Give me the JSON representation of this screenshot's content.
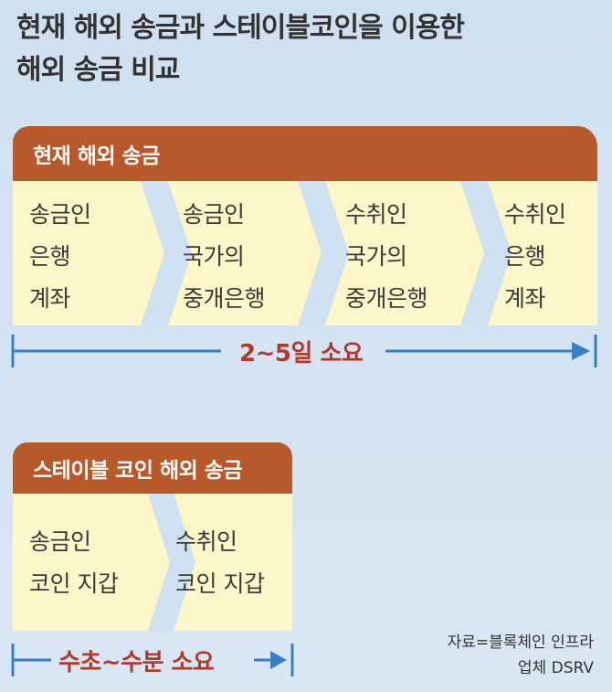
{
  "title": {
    "line1": "현재 해외 송금과 스테이블코인을 이용한",
    "line2": "해외 송금 비교"
  },
  "current": {
    "header": "현재 해외 송금",
    "steps": [
      {
        "lines": [
          "송금인",
          "은행",
          "계좌"
        ]
      },
      {
        "lines": [
          "송금인",
          "국가의",
          "중개은행"
        ]
      },
      {
        "lines": [
          "수취인",
          "국가의",
          "중개은행"
        ]
      },
      {
        "lines": [
          "수취인",
          "은행",
          "계좌"
        ]
      }
    ],
    "duration": "2~5일 소요"
  },
  "stablecoin": {
    "header": "스테이블 코인 해외 송금",
    "steps": [
      {
        "lines": [
          "송금인",
          "코인 지갑"
        ]
      },
      {
        "lines": [
          "수취인",
          "코인 지갑"
        ]
      }
    ],
    "duration": "수초~수분 소요"
  },
  "source": {
    "line1": "자료=블록체인 인프라",
    "line2": "업체 DSRV"
  },
  "colors": {
    "header_bg": "#b8592b",
    "box_fill": "#fdf6c8",
    "arrow_blue": "#3a7fc1",
    "duration_text": "#b03a2e"
  }
}
